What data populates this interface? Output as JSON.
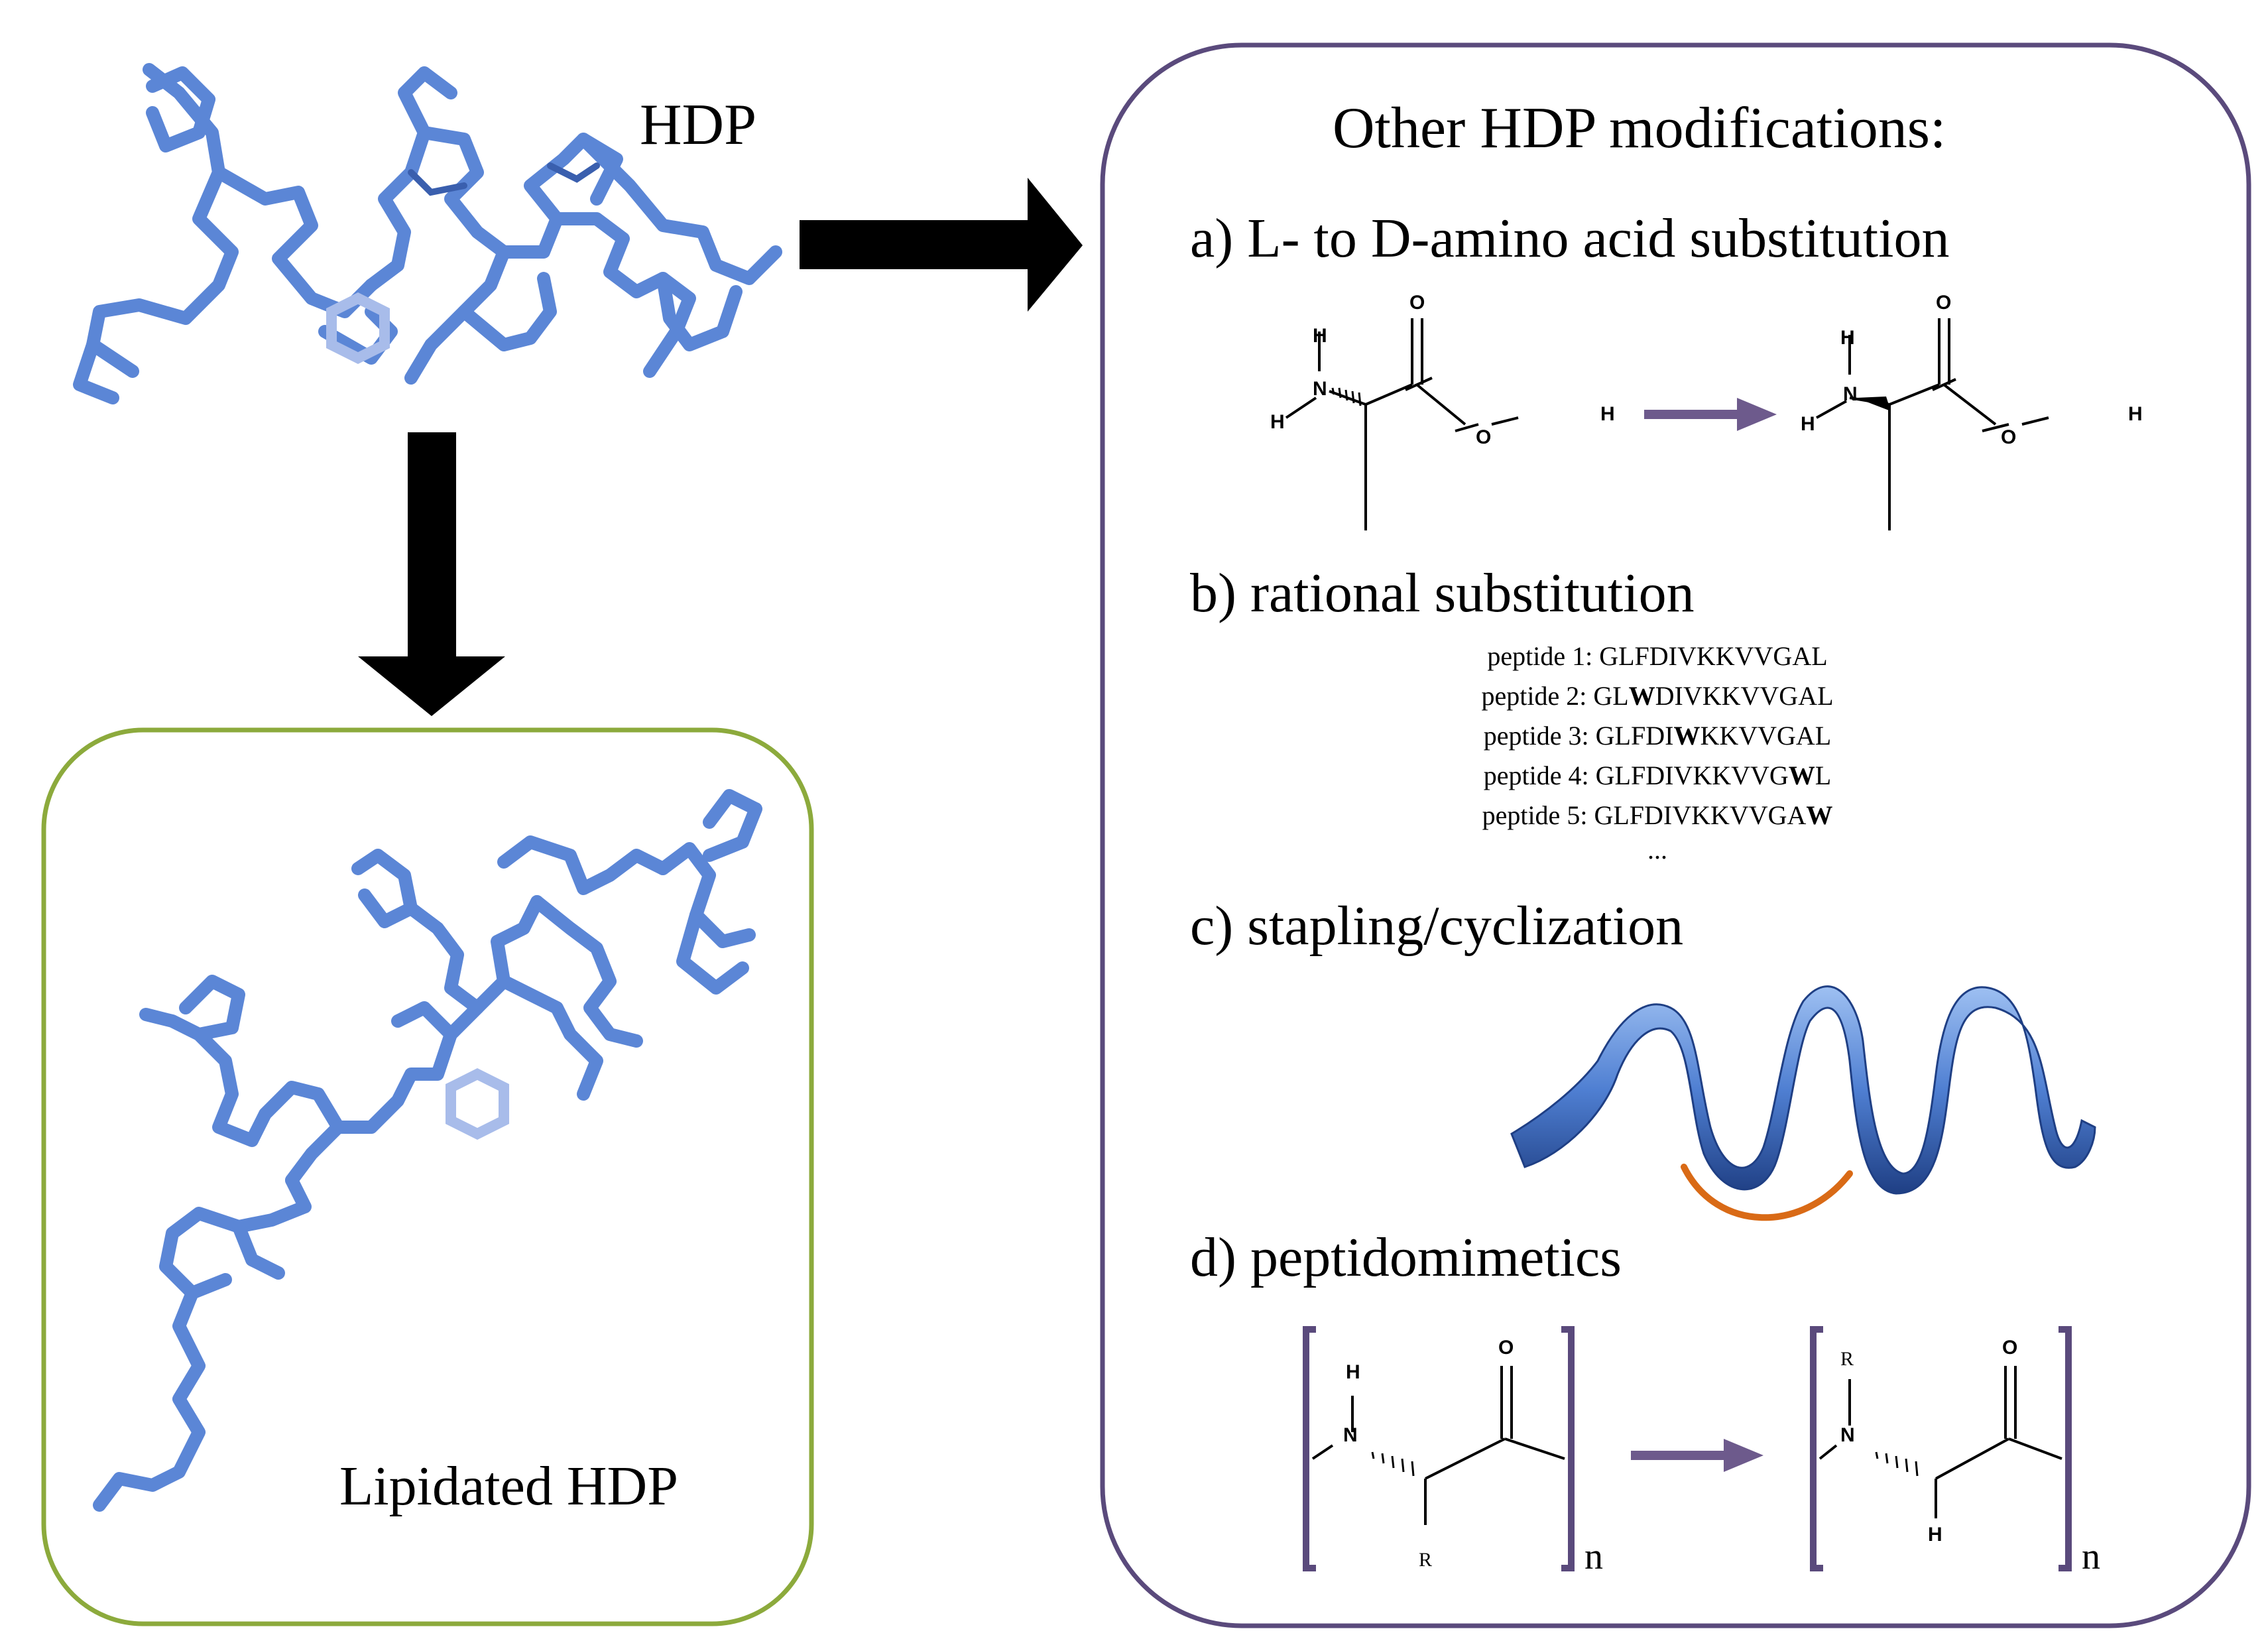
{
  "labels": {
    "hdp": "HDP",
    "lipidated": "Lipidated HDP",
    "panel_title": "Other HDP modifications:"
  },
  "sections": {
    "a": "a) L- to D-amino acid substitution",
    "b": "b) rational substitution",
    "c": "c) stapling/cyclization",
    "d": "d) peptidomimetics"
  },
  "peptides": [
    {
      "prefix": "peptide 1: ",
      "pre": "GLFDIVKKVVGAL",
      "bold": "",
      "post": ""
    },
    {
      "prefix": "peptide 2: ",
      "pre": "GL",
      "bold": "W",
      "post": "DIVKKVVGAL"
    },
    {
      "prefix": "peptide 3: ",
      "pre": "GLFDI",
      "bold": "W",
      "post": "KKVVGAL"
    },
    {
      "prefix": "peptide 4: ",
      "pre": "GLFDIVKKVVG",
      "bold": "W",
      "post": "L"
    },
    {
      "prefix": "peptide 5: ",
      "pre": "GLFDIVKKVVGA",
      "bold": "W",
      "post": ""
    }
  ],
  "ellipsis": "...",
  "atoms": {
    "h": "H",
    "n": "N",
    "o": "O",
    "r": "R",
    "subscript_n": "n"
  },
  "colors": {
    "molecule_blue": "#5b86d6",
    "molecule_dark": "#3a5fae",
    "panel_purple": "#5a4a7c",
    "panel_green": "#8caa3c",
    "arrow_black": "#000000",
    "reaction_arrow": "#6d5a8c",
    "staple_orange": "#d96a16"
  }
}
